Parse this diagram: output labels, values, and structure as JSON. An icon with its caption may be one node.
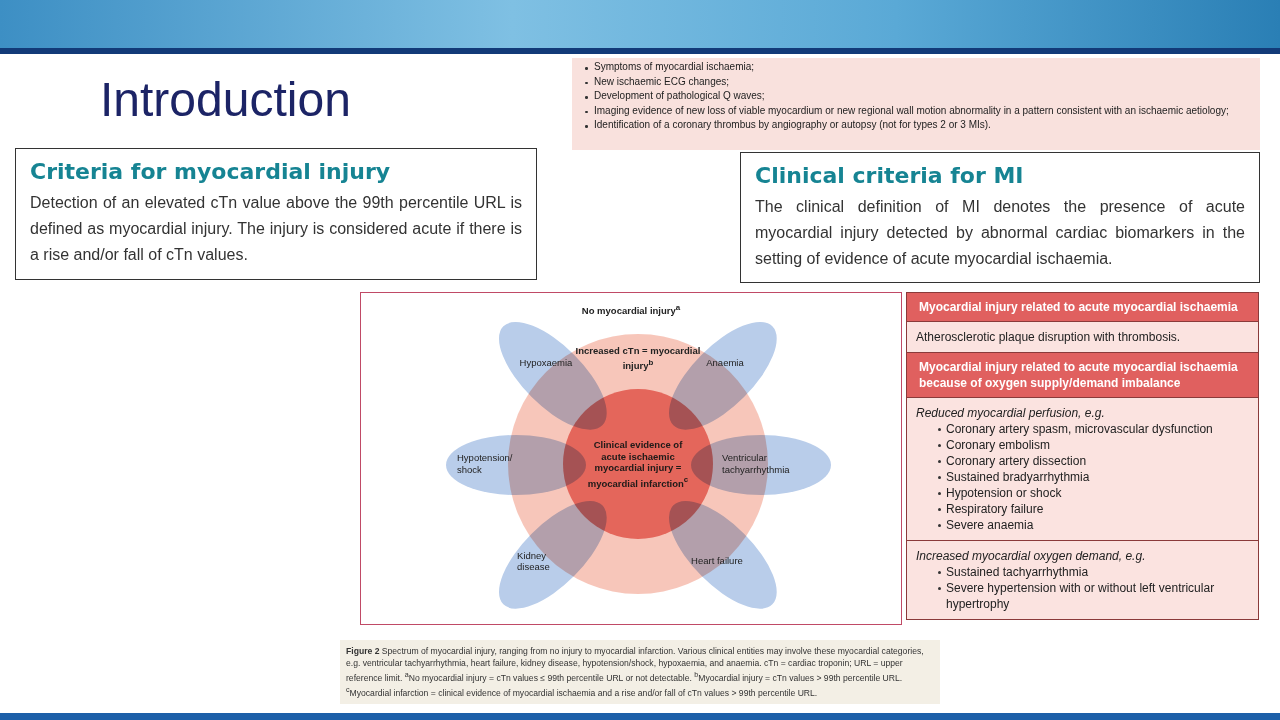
{
  "diagram": {
    "title": "Introduction",
    "caption": "**Figure 2** Spectrum of myocardial injury, ranging from no injury to myocardial infarction. Various clinical entities may involve these myocardial categories, e.g. ventricular tachyarrhythmia, heart failure, kidney disease, hypotension/shock, hypoxaemia, and anaemia. cTn = cardiac troponin; URL = upper reference limit. $^{a}$No myocardial injury = cTn values ≤ 99th percentile URL or not detectable. $^{b}$Myocardial injury = cTn values > 99th percentile URL. $^{c}$Myocardial infarction = clinical evidence of myocardial ischaemia and a rise and/or fall of cTn values > 99th percentile URL.",
    "nodes": [
      {
        "text": [
          "Criteria for myocardial injury",
          "Detection of an elevated cTn value above the 99th percentile URL is defined as myocardial injury. The injury is considered acute if there is a rise and/or fall of cTn values."
        ]
      },
      {
        "text": [
          "Symptoms of myocardial ischaemia;",
          "New ischaemic ECG changes;",
          "Development of pathological Q waves;",
          "Imaging evidence of new loss of viable myocardium or new regional wall motion abnormality in a pattern consistent with an ischaemic aetiology;",
          "Identification of a coronary thrombus by angiography or autopsy (not for types 2 or 3 MIs)."
        ]
      },
      {
        "text": [
          "Clinical criteria for MI",
          "The clinical definition of MI denotes the presence of acute myocardial injury detected by abnormal cardiac biomarkers in the setting of evidence of acute myocardial ischaemia."
        ]
      },
      {
        "text": [
          "No myocardial injury$^{a}$"
        ]
      },
      {
        "text": [
          "Increased cTn = myocardial injury$^{b}$"
        ],
        "in": 3
      },
      {
        "text": [
          "Clinical evidence of acute ischaemic myocardial injury = myocardial infarction$^{c}$"
        ],
        "in": 4
      },
      {
        "text": [
          "Hypoxaemia"
        ],
        "in": 3
      },
      {
        "text": [
          "Anaemia"
        ],
        "in": 3
      },
      {
        "text": [
          "Hypotension/ shock"
        ],
        "in": 3
      },
      {
        "text": [
          "Ventricular tachyarrhythmia"
        ],
        "in": 3
      },
      {
        "text": [
          "Kidney disease"
        ],
        "in": 3
      },
      {
        "text": [
          "Heart failure"
        ],
        "in": 3
      },
      {
        "text": [
          "Myocardial injury related to acute myocardial ischaemia"
        ]
      },
      {
        "text": [
          "Atherosclerotic plaque disruption with thrombosis."
        ]
      },
      {
        "text": [
          "Myocardial injury related to acute myocardial ischaemia because of oxygen supply/demand imbalance"
        ]
      },
      {
        "text": [
          "Reduced myocardial perfusion, e.g.",
          "Coronary artery spasm, microvascular dysfunction",
          "Coronary embolism",
          "Coronary artery dissection",
          "Sustained bradyarrhythmia",
          "Hypotension or shock",
          "Respiratory failure",
          "Severe anaemia"
        ]
      },
      {
        "text": [
          "Increased myocardial oxygen demand, e.g.",
          "Sustained tachyarrhythmia",
          "Severe hypertension with or without left ventricular hypertrophy"
        ]
      }
    ]
  }
}
